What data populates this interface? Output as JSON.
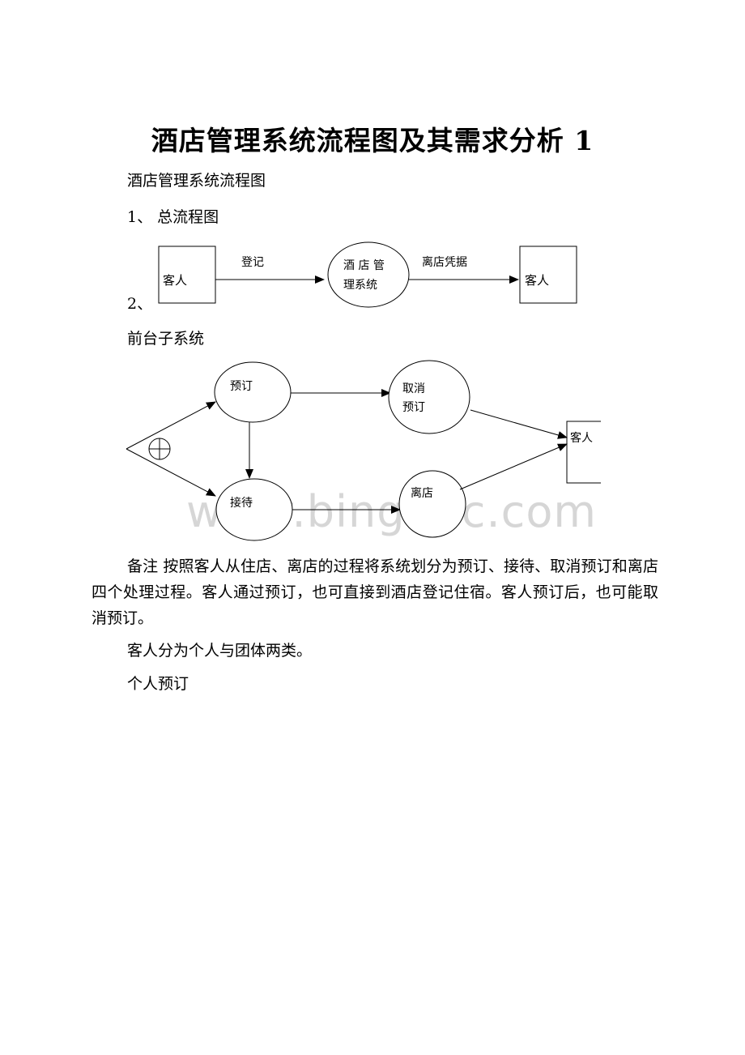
{
  "document": {
    "title": "酒店管理系统流程图及其需求分析 1",
    "subtitle": "酒店管理系统流程图",
    "section1": "1、 总流程图",
    "section2": "2、",
    "section2_name": "前台子系统",
    "note": "备注 按照客人从住店、离店的过程将系统划分为预订、接待、取消预订和离店四个处理过程。客人通过预订，也可直接到酒店登记住宿。客人预订后，也可能取消预订。",
    "guest_types": "客人分为个人与团体两类。",
    "individual_booking": "个人预订"
  },
  "diagram_overall": {
    "left_box": "客人",
    "arrow1_label": "登记",
    "center_line1": "酒 店 管",
    "center_line2": "理系统",
    "arrow2_label": "离店凭据",
    "right_box": "客人"
  },
  "diagram_frontdesk": {
    "booking": "预订",
    "cancel_line1": "取消",
    "cancel_line2": "预订",
    "reception": "接待",
    "checkout": "离店",
    "guest": "客人",
    "merge_symbol": "⊕"
  },
  "watermark": "www.bingdoc.com"
}
